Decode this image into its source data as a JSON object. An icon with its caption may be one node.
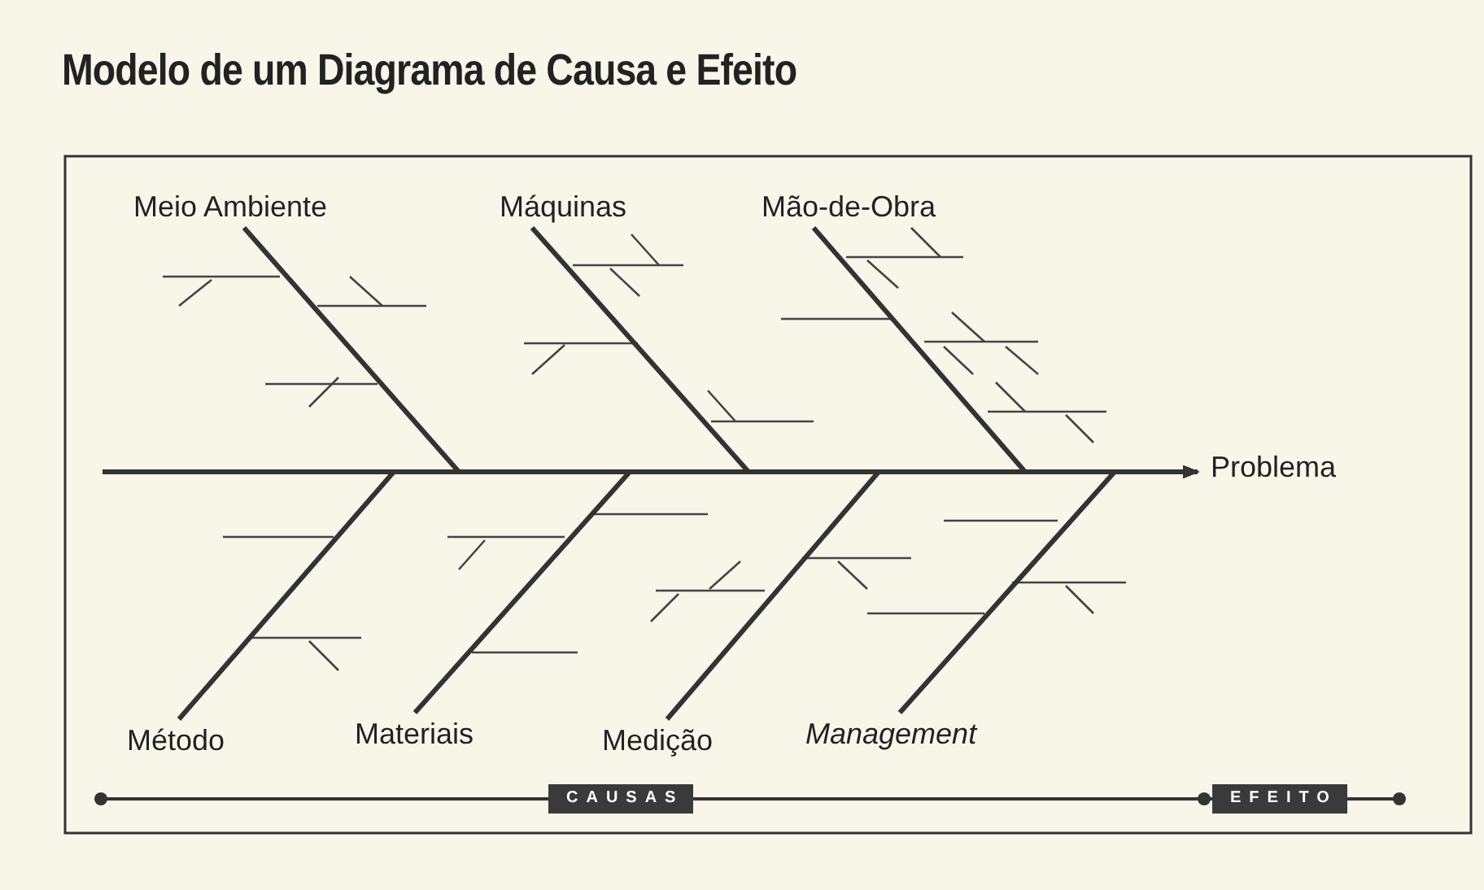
{
  "diagram": {
    "title": "Modelo de um Diagrama de Causa e Efeito",
    "nodes": [
      {
        "text": [
          "Meio Ambiente"
        ]
      },
      {
        "text": [
          "Máquinas"
        ]
      },
      {
        "text": [
          "Mão-de-Obra"
        ]
      },
      {
        "text": [
          "Método"
        ]
      },
      {
        "text": [
          "Materiais"
        ]
      },
      {
        "text": [
          "Medição"
        ]
      },
      {
        "text": [
          "Management"
        ]
      },
      {
        "text": [
          "Problema"
        ]
      },
      {
        "text": [
          "CAUSAS"
        ]
      },
      {
        "text": [
          "EFEITO"
        ]
      }
    ],
    "edges": [
      {
        "from": 0,
        "to": 7,
        "arrow": "to"
      },
      {
        "from": 1,
        "to": 7,
        "arrow": "to"
      },
      {
        "from": 2,
        "to": 7,
        "arrow": "to"
      },
      {
        "from": 3,
        "to": 7,
        "arrow": "to"
      },
      {
        "from": 4,
        "to": 7,
        "arrow": "to"
      },
      {
        "from": 5,
        "to": 7,
        "arrow": "to"
      },
      {
        "from": 6,
        "to": 7,
        "arrow": "to"
      }
    ]
  }
}
